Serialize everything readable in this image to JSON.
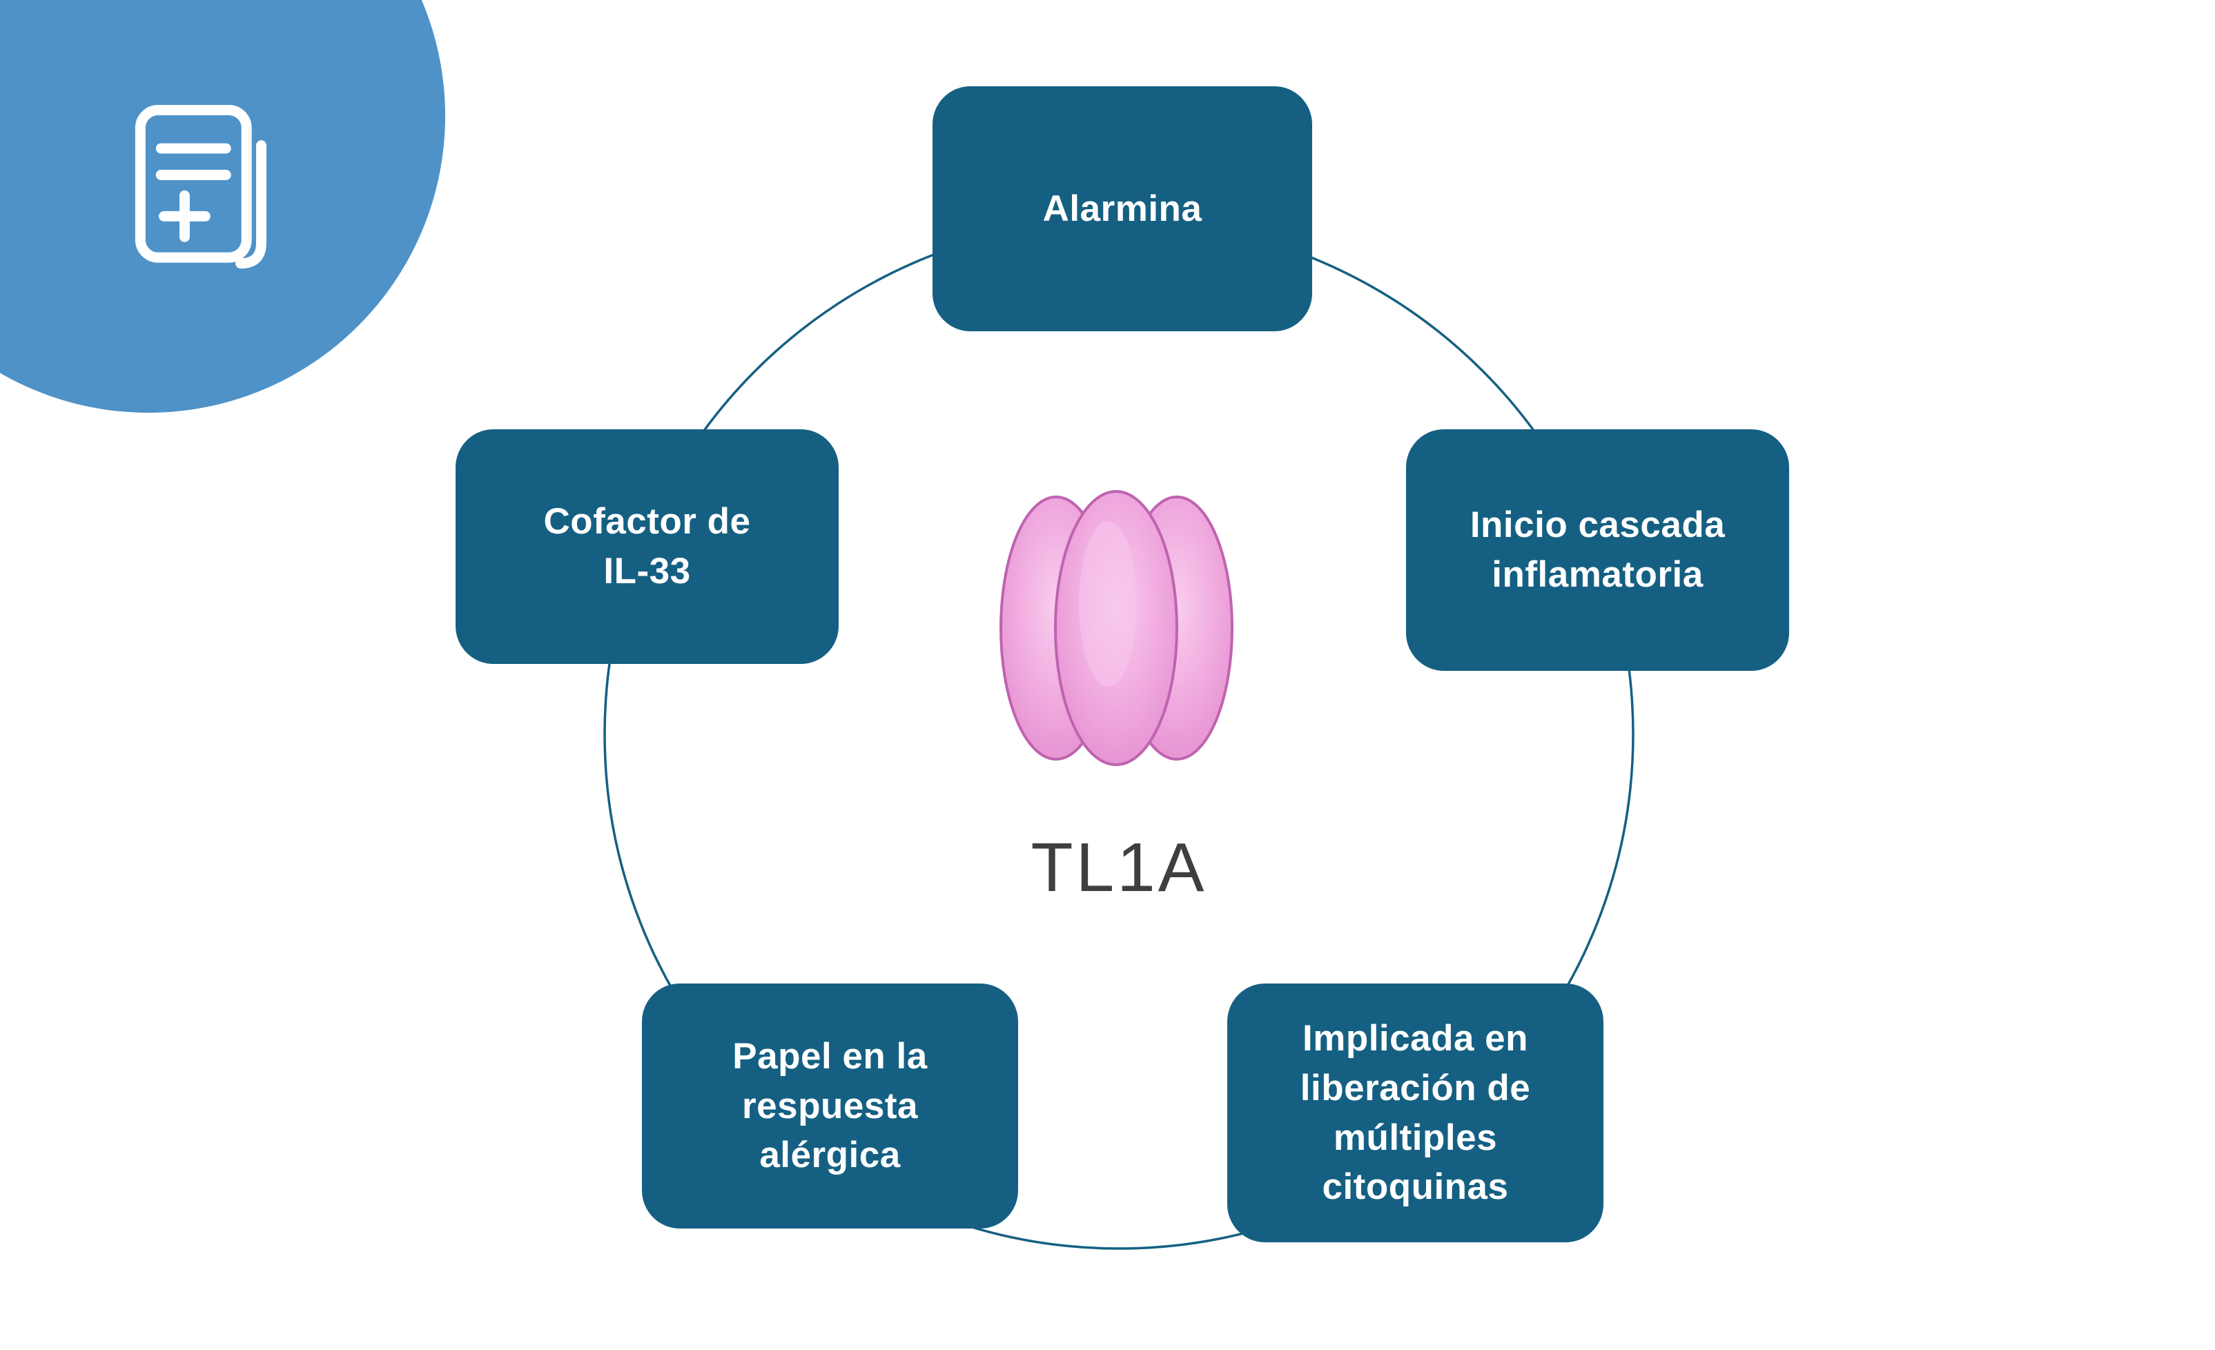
{
  "center": {
    "label": "TL1A",
    "illustration": "tl1a-protein-trimer"
  },
  "nodes": [
    {
      "id": "alarmina",
      "label": "Alarmina"
    },
    {
      "id": "inicio-cascada-inflamatoria",
      "label": "Inicio cascada\ninflamatoria"
    },
    {
      "id": "implicada-liberacion-citoquinas",
      "label": "Implicada en\nliberación de\nmúltiples\ncitoquinas"
    },
    {
      "id": "papel-respuesta-alergica",
      "label": "Papel en la\nrespuesta\nalérgica"
    },
    {
      "id": "cofactor-il33",
      "label": "Cofactor de\nIL-33"
    }
  ],
  "icons": [
    {
      "name": "document-plus-icon"
    }
  ],
  "colors": {
    "box_bg": "#156082",
    "box_text": "#ffffff",
    "ring": "#156082",
    "corner_circle": "#4e92c8",
    "icon_stroke": "#ffffff",
    "center_label": "#3f3f3f",
    "protein_fill": "#eda4da",
    "protein_fill_light": "#f8c6ec",
    "protein_stroke": "#bf63b0",
    "background": "#ffffff"
  }
}
